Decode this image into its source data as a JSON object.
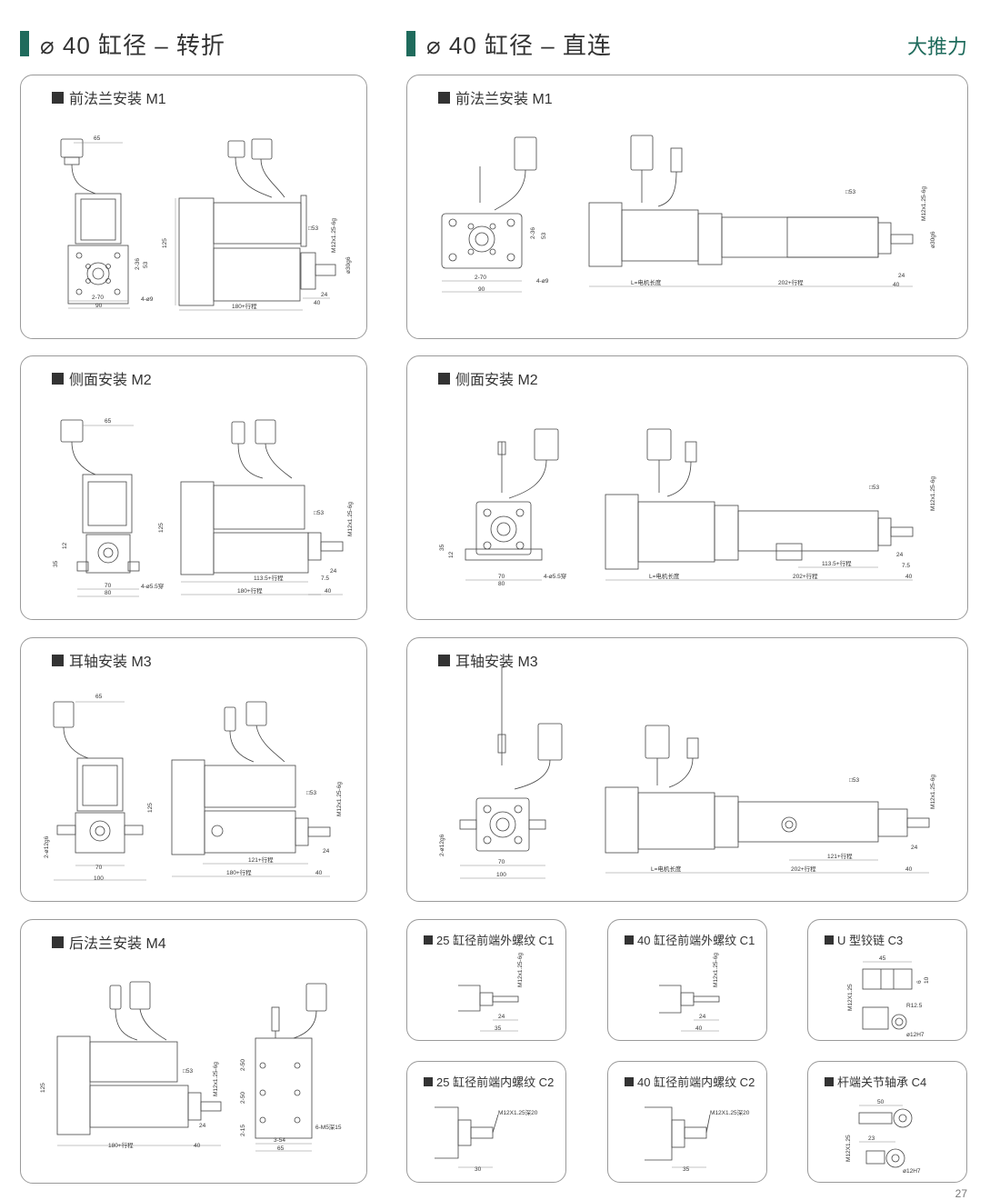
{
  "headers": {
    "left": "⌀ 40 缸径 – 转折",
    "right": "⌀ 40 缸径 – 直连",
    "tag": "大推力"
  },
  "cards": {
    "left_m1": {
      "title": "前法兰安装 M1",
      "dims": [
        "65",
        "125",
        "2-36",
        "53",
        "M12x1.25-6g",
        "ø30g6",
        "2-70",
        "4-ø9",
        "90",
        "□53",
        "180+行程",
        "24",
        "40"
      ]
    },
    "right_m1": {
      "title": "前法兰安装 M1",
      "dims": [
        "2-36",
        "53",
        "2-70",
        "90",
        "4-ø9",
        "□53",
        "M12x1.25-6g",
        "ø30g6",
        "L=电机长度",
        "202+行程",
        "24",
        "40"
      ]
    },
    "left_m2": {
      "title": "侧面安装 M2",
      "dims": [
        "65",
        "35",
        "12",
        "70",
        "80",
        "4-ø5.5穿",
        "125",
        "□53",
        "M12x1.25-6g",
        "113.5+行程",
        "7.5",
        "24",
        "180+行程",
        "40"
      ]
    },
    "right_m2": {
      "title": "侧面安装 M2",
      "dims": [
        "35",
        "12",
        "70",
        "80",
        "4-ø5.5穿",
        "□53",
        "M12x1.25-6g",
        "113.5+行程",
        "7.5",
        "24",
        "L=电机长度",
        "202+行程",
        "40"
      ]
    },
    "left_m3": {
      "title": "耳轴安装 M3",
      "dims": [
        "65",
        "2-ø12g6",
        "70",
        "100",
        "125",
        "□53",
        "M12x1.25-6g",
        "121+行程",
        "24",
        "180+行程",
        "40"
      ]
    },
    "right_m3": {
      "title": "耳轴安装 M3",
      "dims": [
        "2-ø12g6",
        "70",
        "100",
        "□53",
        "M12x1.25-6g",
        "121+行程",
        "24",
        "L=电机长度",
        "202+行程",
        "40"
      ]
    },
    "left_m4": {
      "title": "后法兰安装 M4",
      "dims": [
        "125",
        "□53",
        "M12x1.25-6g",
        "24",
        "180+行程",
        "40",
        "2-50",
        "2-50",
        "2-15",
        "3-54",
        "65",
        "6-M5深15"
      ]
    },
    "c1_25": {
      "title": "25 缸径前端外螺纹 C1",
      "dims": [
        "M12x1.25-6g",
        "24",
        "35"
      ]
    },
    "c1_40": {
      "title": "40 缸径前端外螺纹 C1",
      "dims": [
        "M12x1.25-6g",
        "24",
        "40"
      ]
    },
    "c3": {
      "title": "U 型铰链 C3",
      "dims": [
        "45",
        "6",
        "M12X1.25",
        "R12.5",
        "ø12H7",
        "10"
      ]
    },
    "c2_25": {
      "title": "25 缸径前端内螺纹 C2",
      "dims": [
        "M12X1.25深20",
        "30"
      ]
    },
    "c2_40": {
      "title": "40 缸径前端内螺纹 C2",
      "dims": [
        "M12X1.25深20",
        "35"
      ]
    },
    "c4": {
      "title": "杆端关节轴承 C4",
      "dims": [
        "50",
        "23",
        "M12X1.25",
        "ø12H7"
      ]
    }
  },
  "page_number": "27"
}
